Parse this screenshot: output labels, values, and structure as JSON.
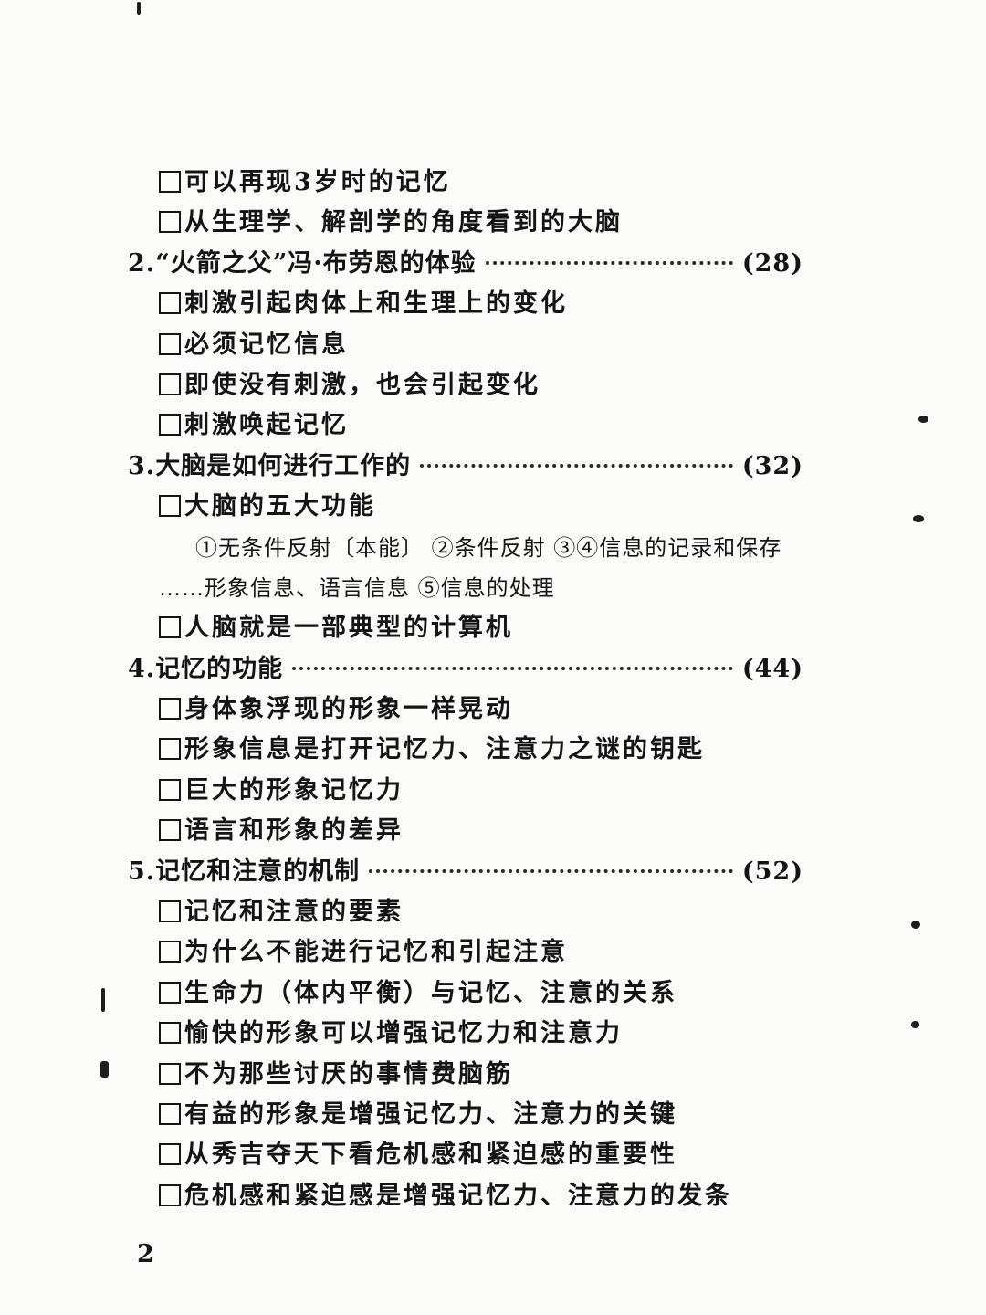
{
  "toc": [
    {
      "kind": "sub",
      "text": "可以再现3岁时的记忆"
    },
    {
      "kind": "sub",
      "text": "从生理学、解剖学的角度看到的大脑"
    },
    {
      "kind": "section",
      "number": "2.",
      "title": "“火箭之父”冯·布劳恩的体验",
      "page": "(28)"
    },
    {
      "kind": "sub",
      "text": "刺激引起肉体上和生理上的变化"
    },
    {
      "kind": "sub",
      "text": "必须记忆信息"
    },
    {
      "kind": "sub",
      "text": "即使没有刺激，也会引起变化"
    },
    {
      "kind": "sub",
      "text": "刺激唤起记忆"
    },
    {
      "kind": "section",
      "number": "3.",
      "title": "大脑是如何进行工作的",
      "page": "(32)"
    },
    {
      "kind": "sub",
      "text": "大脑的五大功能"
    },
    {
      "kind": "detail",
      "text": "①无条件反射〔本能〕 ②条件反射  ③④信息的记录和保存"
    },
    {
      "kind": "detail2",
      "text": "……形象信息、语言信息  ⑤信息的处理"
    },
    {
      "kind": "sub",
      "text": "人脑就是一部典型的计算机"
    },
    {
      "kind": "section",
      "number": "4.",
      "title": "记忆的功能",
      "page": "(44)"
    },
    {
      "kind": "sub",
      "text": "身体象浮现的形象一样晃动"
    },
    {
      "kind": "sub",
      "text": "形象信息是打开记忆力、注意力之谜的钥匙"
    },
    {
      "kind": "sub",
      "text": "巨大的形象记忆力"
    },
    {
      "kind": "sub",
      "text": "语言和形象的差异"
    },
    {
      "kind": "section",
      "number": "5.",
      "title": "记忆和注意的机制",
      "page": "(52)"
    },
    {
      "kind": "sub",
      "text": "记忆和注意的要素"
    },
    {
      "kind": "sub",
      "text": "为什么不能进行记忆和引起注意"
    },
    {
      "kind": "sub",
      "text": "生命力（体内平衡）与记忆、注意的关系"
    },
    {
      "kind": "sub",
      "text": "愉快的形象可以增强记忆力和注意力"
    },
    {
      "kind": "sub",
      "text": "不为那些讨厌的事情费脑筋"
    },
    {
      "kind": "sub",
      "text": "有益的形象是增强记忆力、注意力的关键"
    },
    {
      "kind": "sub",
      "text": "从秀吉夺天下看危机感和紧迫感的重要性"
    },
    {
      "kind": "sub",
      "text": "危机感和紧迫感是增强记忆力、注意力的发条"
    }
  ],
  "folio": "2"
}
